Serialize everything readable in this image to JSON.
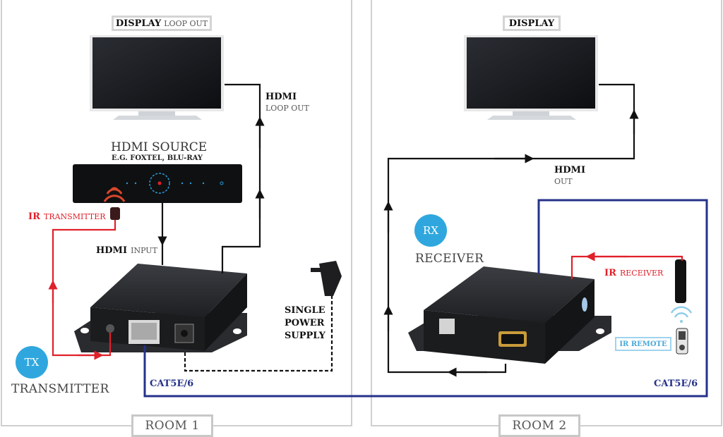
{
  "room1": {
    "display_label": "DISPLAY",
    "display_sub": "LOOP OUT",
    "hdmi_loop_label": "HDMI",
    "hdmi_loop_sub": "LOOP OUT",
    "source_title": "HDMI SOURCE",
    "source_sub": "E.G. FOXTEL, BLU-RAY",
    "ir_label": "IR",
    "ir_sub": "TRANSMITTER",
    "hdmi_input_label": "HDMI",
    "hdmi_input_sub": "INPUT",
    "power_line1": "SINGLE",
    "power_line2": "POWER",
    "power_line3": "SUPPLY",
    "badge": "TX",
    "role": "TRANSMITTER",
    "cable": "CAT5E/6",
    "room_label": "ROOM 1"
  },
  "room2": {
    "display_label": "DISPLAY",
    "hdmi_out_label": "HDMI",
    "hdmi_out_sub": "OUT",
    "badge": "RX",
    "role": "RECEIVER",
    "ir_label": "IR",
    "ir_sub": "RECEIVER",
    "ir_remote": "IR REMOTE",
    "cable": "CAT5E/6",
    "room_label": "ROOM 2"
  },
  "colors": {
    "ir_red": "#e0202a",
    "cable_navy": "#25328a",
    "badge_blue": "#2fa7de"
  }
}
